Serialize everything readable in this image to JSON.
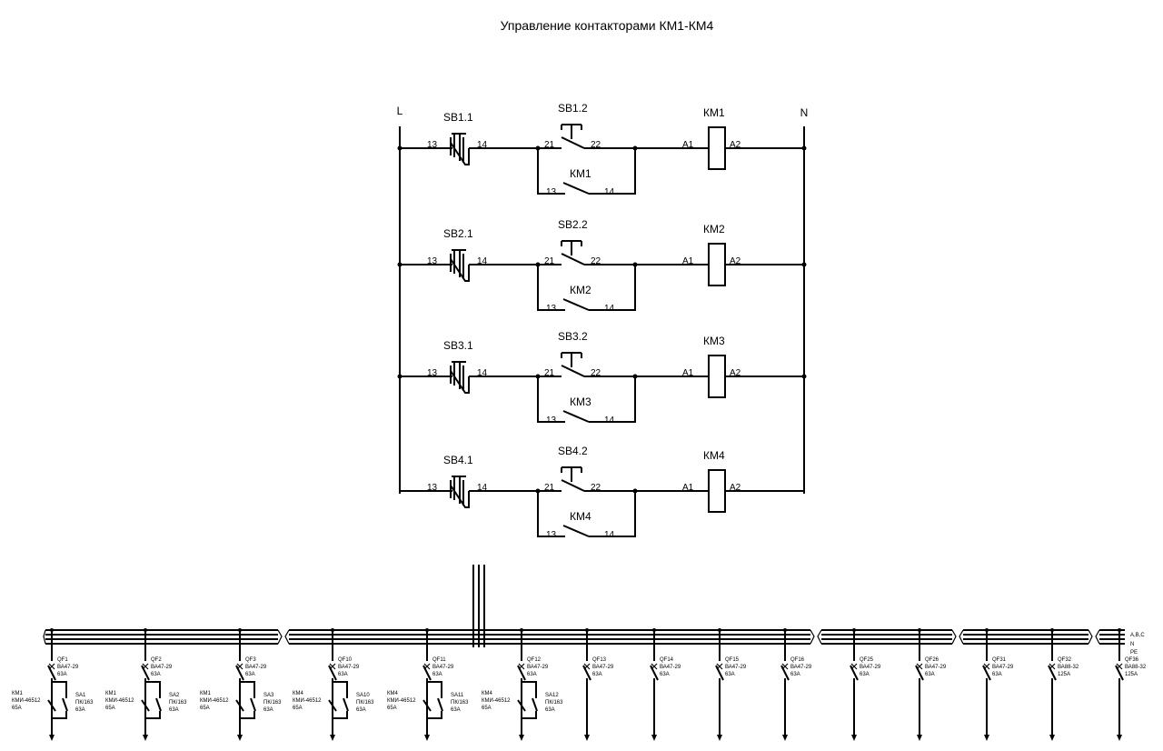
{
  "title": "Управление контакторами КМ1-КМ4",
  "supply": {
    "line_label": "L",
    "neutral_label": "N"
  },
  "rungs": [
    {
      "stop_button": "SB1.1",
      "start_button": "SB1.2",
      "coil": "КМ1",
      "hold_contact": "КМ1",
      "pins": {
        "stop_in": "13",
        "stop_out": "14",
        "start_in": "21",
        "start_out": "22",
        "hold_in": "13",
        "hold_out": "14",
        "coil_in": "A1",
        "coil_out": "A2"
      }
    },
    {
      "stop_button": "SB2.1",
      "start_button": "SB2.2",
      "coil": "КМ2",
      "hold_contact": "КМ2",
      "pins": {
        "stop_in": "13",
        "stop_out": "14",
        "start_in": "21",
        "start_out": "22",
        "hold_in": "13",
        "hold_out": "14",
        "coil_in": "A1",
        "coil_out": "A2"
      }
    },
    {
      "stop_button": "SB3.1",
      "start_button": "SB3.2",
      "coil": "КМ3",
      "hold_contact": "КМ3",
      "pins": {
        "stop_in": "13",
        "stop_out": "14",
        "start_in": "21",
        "start_out": "22",
        "hold_in": "13",
        "hold_out": "14",
        "coil_in": "A1",
        "coil_out": "A2"
      }
    },
    {
      "stop_button": "SB4.1",
      "start_button": "SB4.2",
      "coil": "КМ4",
      "hold_contact": "КМ4",
      "pins": {
        "stop_in": "13",
        "stop_out": "14",
        "start_in": "21",
        "start_out": "22",
        "hold_in": "13",
        "hold_out": "14",
        "coil_in": "A1",
        "coil_out": "A2"
      }
    }
  ],
  "bus_labels": {
    "phases": "A,B,C",
    "neutral": "N",
    "earth": "PE"
  },
  "feeders": [
    {
      "qf": "QF1",
      "breaker": "ВА47-29",
      "rating": "63А",
      "contactor": "КМ1",
      "contactor_model": "КМИ-46512",
      "contactor_rating": "65А",
      "switch": "SA1",
      "switch_model": "ПК/163",
      "switch_rating": "63А"
    },
    {
      "qf": "QF2",
      "breaker": "ВА47-29",
      "rating": "63А",
      "contactor": "КМ1",
      "contactor_model": "КМИ-46512",
      "contactor_rating": "65А",
      "switch": "SA2",
      "switch_model": "ПК/163",
      "switch_rating": "63А"
    },
    {
      "qf": "QF3",
      "breaker": "ВА47-29",
      "rating": "63А",
      "contactor": "КМ1",
      "contactor_model": "КМИ-46512",
      "contactor_rating": "65А",
      "switch": "SA3",
      "switch_model": "ПК/163",
      "switch_rating": "63А"
    },
    {
      "qf": "QF10",
      "breaker": "ВА47-29",
      "rating": "63А",
      "contactor": "КМ4",
      "contactor_model": "КМИ-46512",
      "contactor_rating": "65А",
      "switch": "SA10",
      "switch_model": "ПК/163",
      "switch_rating": "63А"
    },
    {
      "qf": "QF11",
      "breaker": "ВА47-29",
      "rating": "63А",
      "contactor": "КМ4",
      "contactor_model": "КМИ-46512",
      "contactor_rating": "65А",
      "switch": "SA11",
      "switch_model": "ПК/163",
      "switch_rating": "63А"
    },
    {
      "qf": "QF12",
      "breaker": "ВА47-29",
      "rating": "63А",
      "contactor": "КМ4",
      "contactor_model": "КМИ-46512",
      "contactor_rating": "65А",
      "switch": "SA12",
      "switch_model": "ПК/163",
      "switch_rating": "63А"
    },
    {
      "qf": "QF13",
      "breaker": "ВА47-29",
      "rating": "63А"
    },
    {
      "qf": "QF14",
      "breaker": "ВА47-29",
      "rating": "63А"
    },
    {
      "qf": "QF15",
      "breaker": "ВА47-29",
      "rating": "63А"
    },
    {
      "qf": "QF16",
      "breaker": "ВА47-29",
      "rating": "63А"
    },
    {
      "qf": "QF25",
      "breaker": "ВА47-29",
      "rating": "63А"
    },
    {
      "qf": "QF26",
      "breaker": "ВА47-29",
      "rating": "63А"
    },
    {
      "qf": "QF31",
      "breaker": "ВА47-29",
      "rating": "63А"
    },
    {
      "qf": "QF32",
      "breaker": "ВА88-32",
      "rating": "125А"
    },
    {
      "qf": "QF36",
      "breaker": "ВА88-32",
      "rating": "125А"
    }
  ]
}
